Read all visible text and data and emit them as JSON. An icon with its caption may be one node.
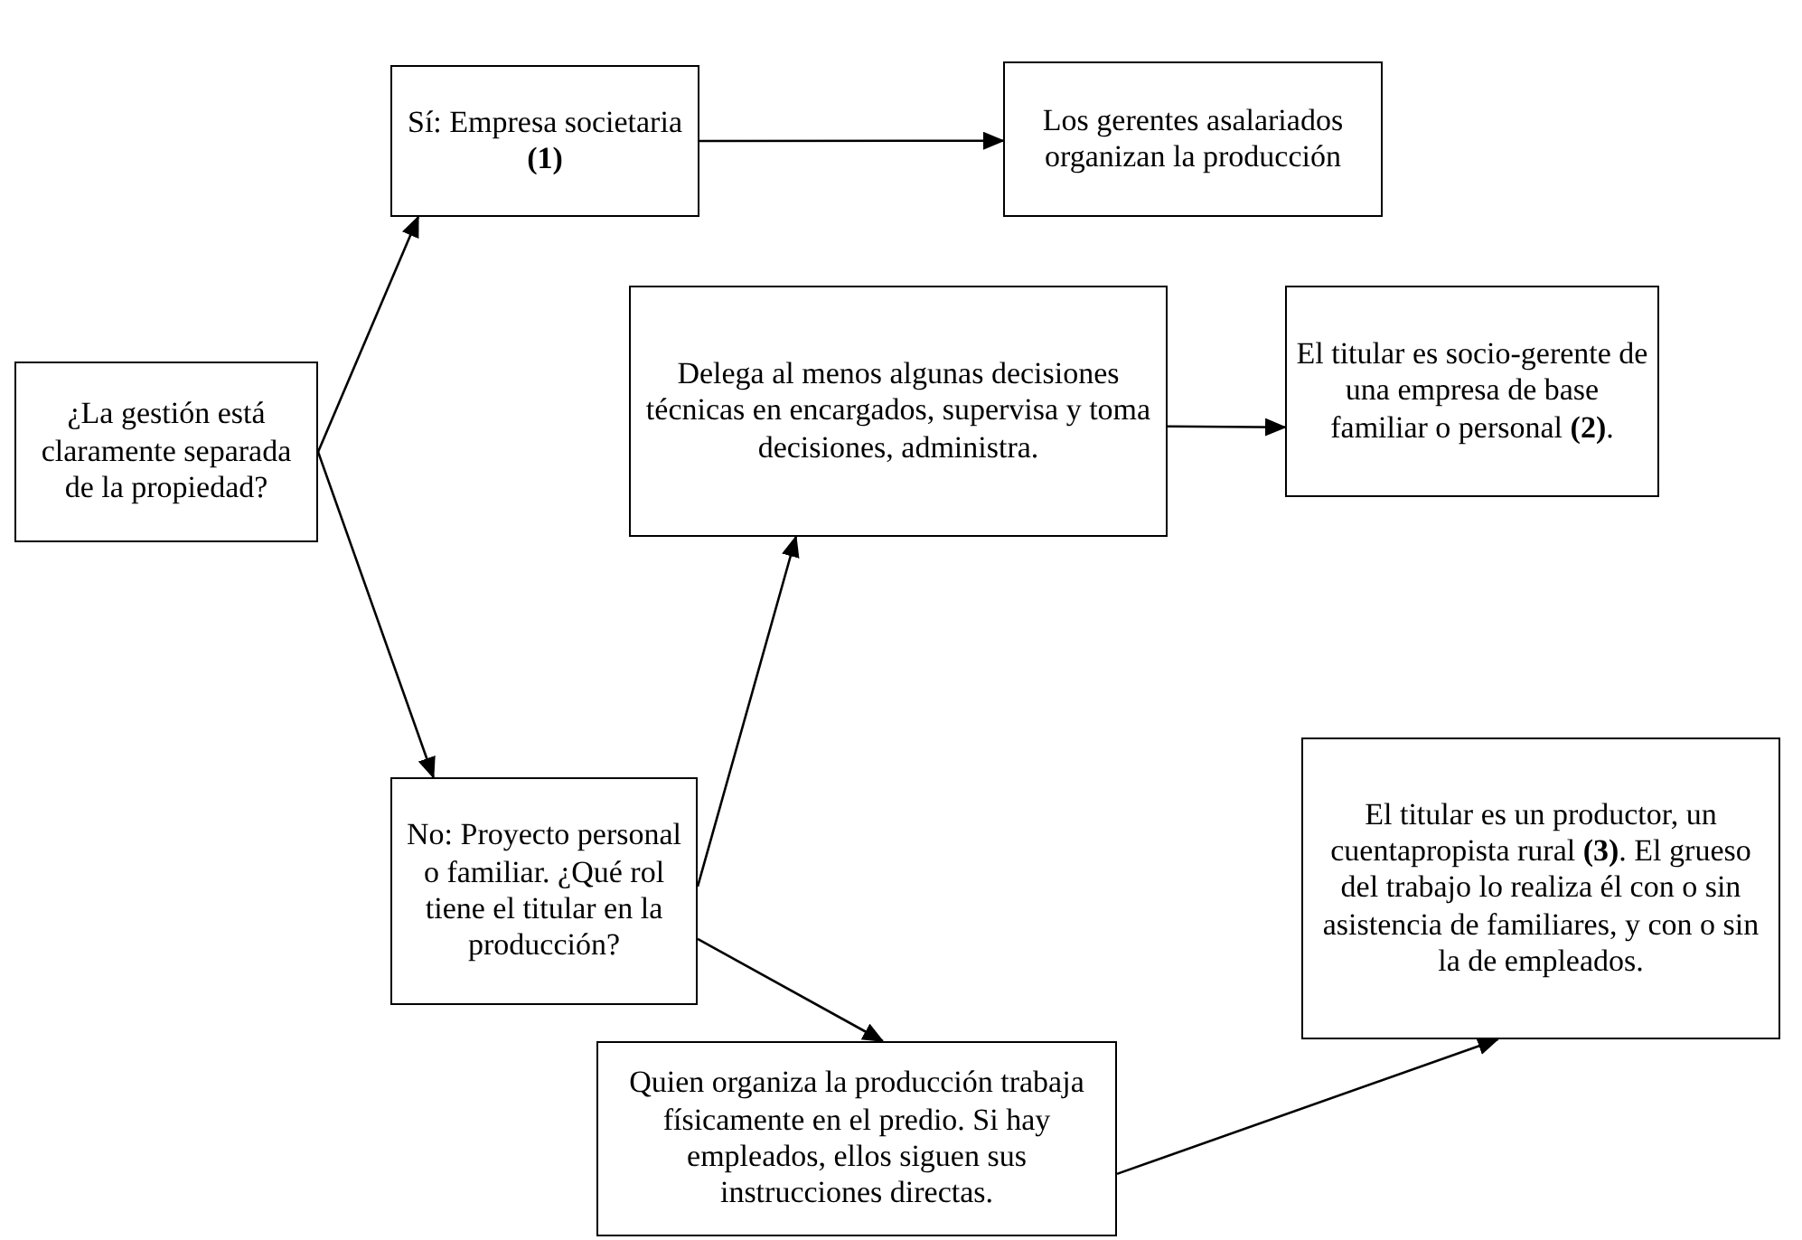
{
  "diagram": {
    "nodes": [
      {
        "text": [
          "¿La gestión está claramente separada de la propiedad?"
        ]
      },
      {
        "text": [
          "Sí: Empresa societaria **(1)**"
        ]
      },
      {
        "text": [
          "Los gerentes asalariados organizan la producción"
        ]
      },
      {
        "text": [
          "Delega al menos algunas decisiones técnicas en encargados, supervisa y toma decisiones, administra."
        ]
      },
      {
        "text": [
          "El titular es socio-gerente de una empresa de base familiar o personal **(2)**."
        ]
      },
      {
        "text": [
          "No: Proyecto personal o familiar. ¿Qué rol tiene el titular en la producción?"
        ]
      },
      {
        "text": [
          "El titular es un productor, un cuentapropista rural **(3)**. El grueso del trabajo lo realiza él con o sin asistencia de familiares, y con o sin la de empleados."
        ]
      },
      {
        "text": [
          "Quien organiza la producción trabaja físicamente en el predio. Si hay empleados, ellos siguen sus instrucciones directas."
        ]
      }
    ],
    "edges": [
      {
        "from": 0,
        "to": 1,
        "arrow": "to"
      },
      {
        "from": 0,
        "to": 5,
        "arrow": "to"
      },
      {
        "from": 1,
        "to": 2,
        "arrow": "to"
      },
      {
        "from": 5,
        "to": 3,
        "arrow": "to"
      },
      {
        "from": 5,
        "to": 7,
        "arrow": "to"
      },
      {
        "from": 3,
        "to": 4,
        "arrow": "to"
      },
      {
        "from": 7,
        "to": 6,
        "arrow": "to"
      }
    ]
  }
}
